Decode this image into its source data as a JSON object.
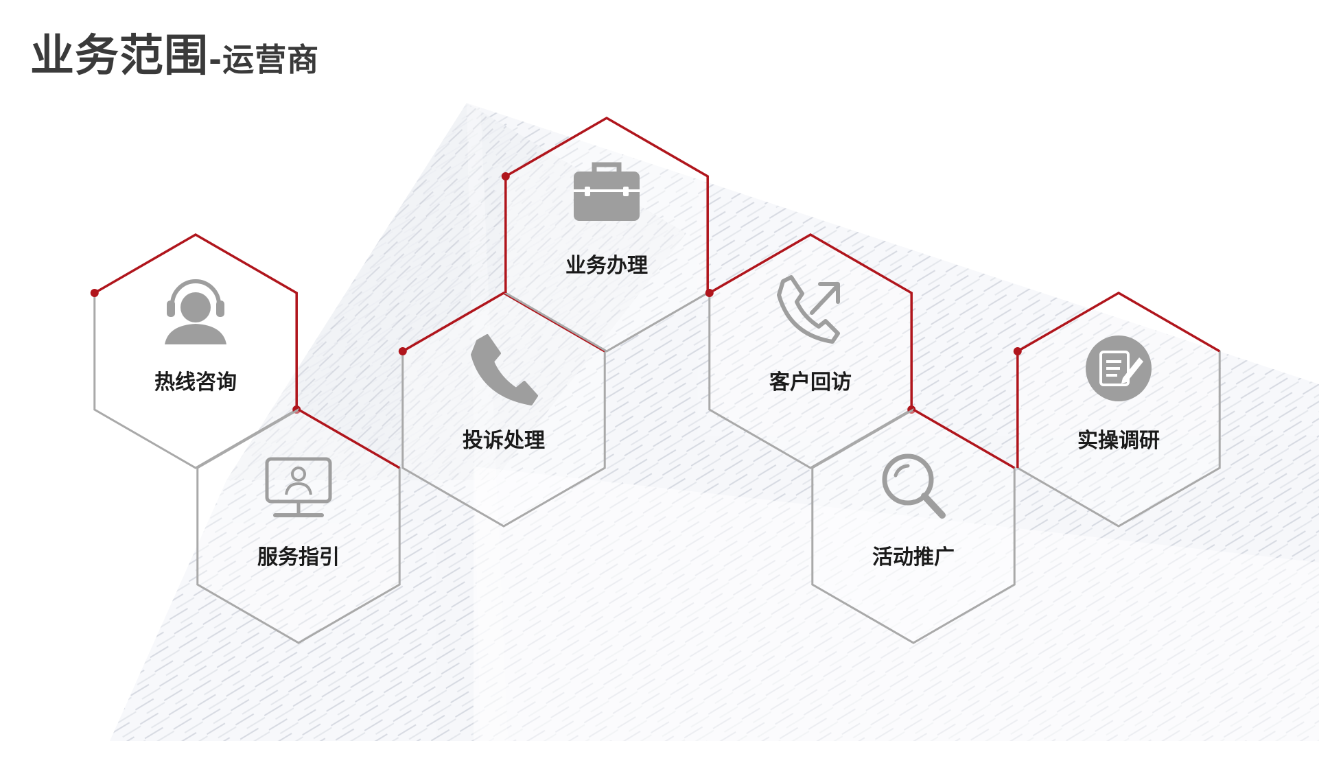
{
  "title": {
    "main": "业务范围",
    "sub": "-运营商"
  },
  "colors": {
    "accent_red": "#b0151c",
    "hex_gray": "#a9a9a9",
    "icon_gray": "#9e9e9e",
    "title_text": "#3a3a3a"
  },
  "items": [
    {
      "label": "热线咨询",
      "icon": "headset-agent-icon"
    },
    {
      "label": "服务指引",
      "icon": "monitor-user-icon"
    },
    {
      "label": "投诉处理",
      "icon": "phone-handset-icon"
    },
    {
      "label": "业务办理",
      "icon": "briefcase-icon"
    },
    {
      "label": "客户回访",
      "icon": "phone-callback-icon"
    },
    {
      "label": "活动推广",
      "icon": "magnifier-icon"
    },
    {
      "label": "实操调研",
      "icon": "notepad-edit-icon"
    }
  ]
}
